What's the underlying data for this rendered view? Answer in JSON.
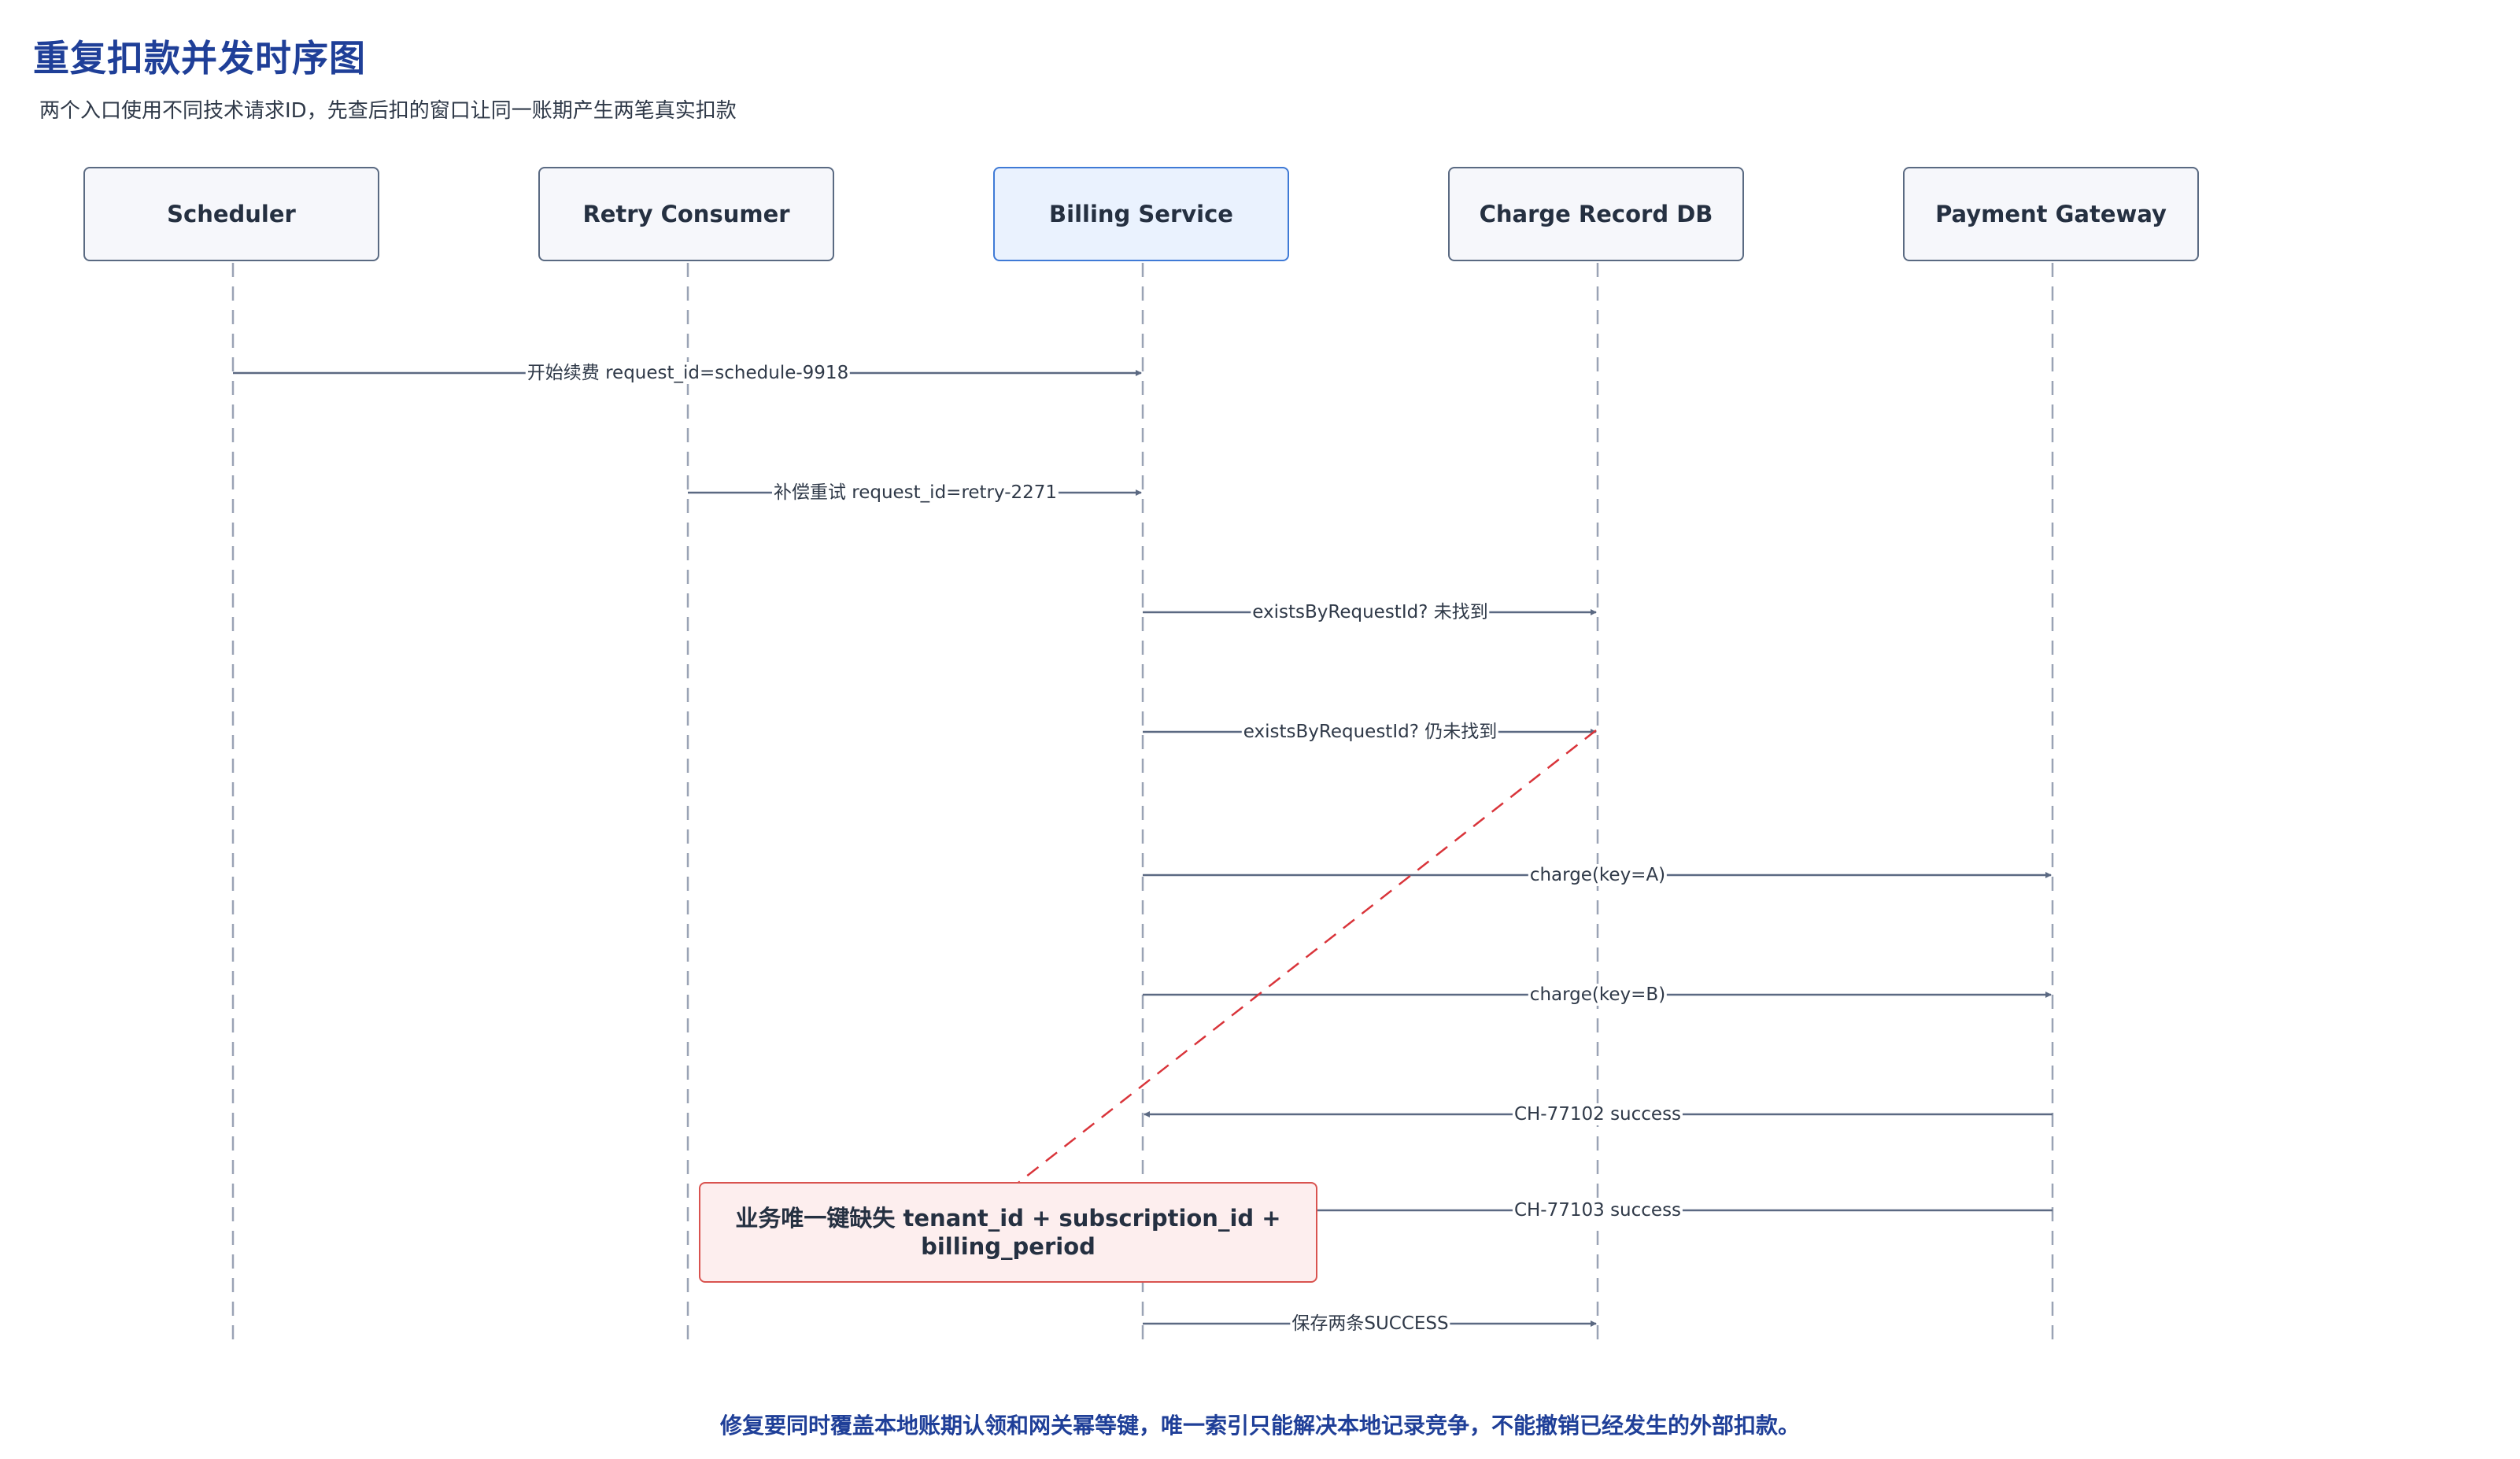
{
  "header": {
    "title": "重复扣款并发时序图",
    "subtitle": "两个入口使用不同技术请求ID，先查后扣的窗口让同一账期产生两笔真实扣款"
  },
  "participants": [
    {
      "id": "scheduler",
      "label": "Scheduler"
    },
    {
      "id": "retry-consumer",
      "label": "Retry Consumer"
    },
    {
      "id": "billing-service",
      "label": "Billing Service"
    },
    {
      "id": "charge-record-db",
      "label": "Charge Record DB"
    },
    {
      "id": "payment-gateway",
      "label": "Payment Gateway"
    }
  ],
  "messages": [
    {
      "from": "scheduler",
      "to": "billing-service",
      "label": "开始续费 request_id=schedule-9918"
    },
    {
      "from": "retry-consumer",
      "to": "billing-service",
      "label": "补偿重试 request_id=retry-2271"
    },
    {
      "from": "billing-service",
      "to": "charge-record-db",
      "label": "existsByRequestId? 未找到"
    },
    {
      "from": "billing-service",
      "to": "charge-record-db",
      "label": "existsByRequestId? 仍未找到"
    },
    {
      "from": "billing-service",
      "to": "payment-gateway",
      "label": "charge(key=A)"
    },
    {
      "from": "billing-service",
      "to": "payment-gateway",
      "label": "charge(key=B)"
    },
    {
      "from": "payment-gateway",
      "to": "billing-service",
      "label": "CH-77102 success"
    },
    {
      "from": "payment-gateway",
      "to": "billing-service",
      "label": "CH-77103 success"
    },
    {
      "from": "billing-service",
      "to": "charge-record-db",
      "label": "保存两条SUCCESS"
    }
  ],
  "note": {
    "text": "业务唯一键缺失 tenant_id + subscription_id + billing_period"
  },
  "footer": {
    "text": "修复要同时覆盖本地账期认领和网关幂等键，唯一索引只能解决本地记录竞争，不能撤销已经发生的外部扣款。"
  },
  "colors": {
    "title": "#1f3f98",
    "participant_border": "#5a6a82",
    "participant_fill": "#f6f7fb",
    "primary_border": "#3f7ad6",
    "primary_fill": "#eaf2fe",
    "note_border": "#d9534f",
    "note_fill": "#fdeeee",
    "arrow": "#5b6982",
    "lifeline": "#9aa3b5",
    "warning_line": "#d9343a"
  }
}
